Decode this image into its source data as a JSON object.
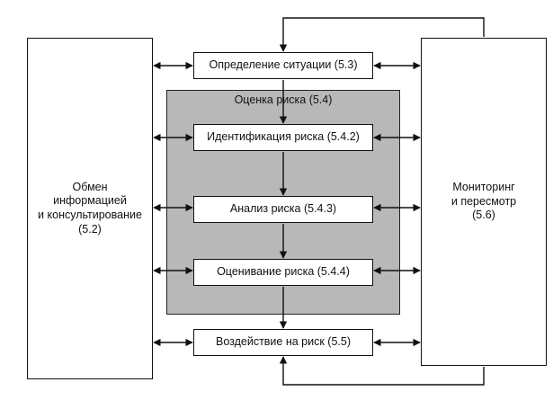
{
  "left_box": {
    "lines": [
      "Обмен",
      "информацией",
      "и консультирование",
      "(5.2)"
    ]
  },
  "right_box": {
    "lines": [
      "Мониторинг",
      "и пересмотр",
      "(5.6)"
    ]
  },
  "context_box": {
    "label": "Определение ситуации (5.3)"
  },
  "assessment": {
    "title": "Оценка риска (5.4)",
    "identification": "Идентификация риска (5.4.2)",
    "analysis": "Анализ риска (5.4.3)",
    "evaluation": "Оценивание риска (5.4.4)"
  },
  "treatment_box": {
    "label": "Воздействие на риск (5.5)"
  }
}
